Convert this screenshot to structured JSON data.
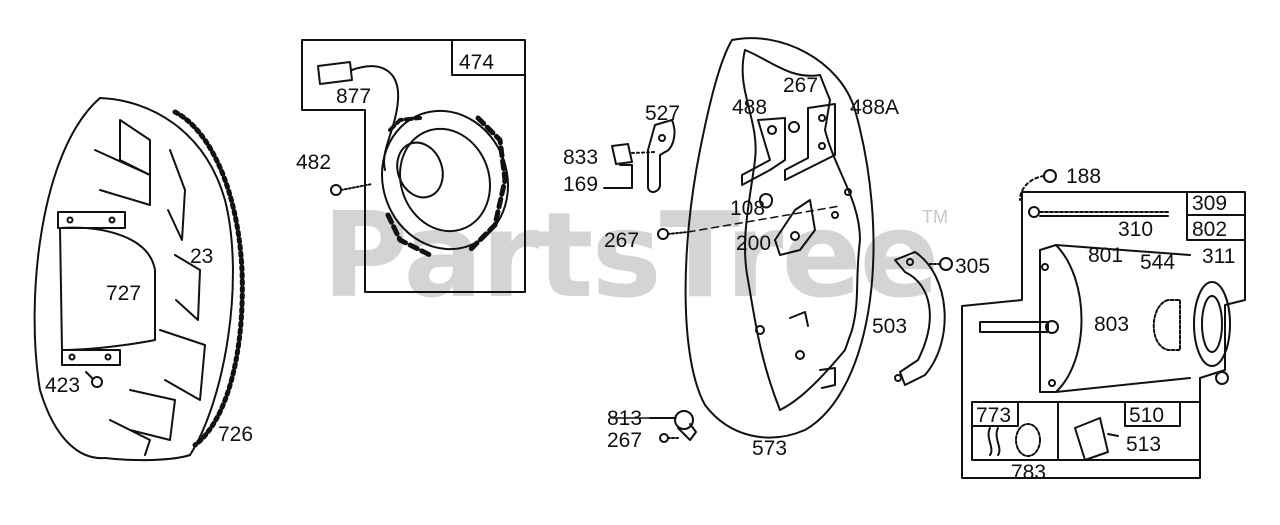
{
  "watermark": {
    "text": "PartsTree",
    "trademark": "TM"
  },
  "labels": {
    "p474": "474",
    "p877": "877",
    "p482": "482",
    "p727": "727",
    "p23": "23",
    "p423": "423",
    "p726": "726",
    "p527": "527",
    "p833": "833",
    "p169": "169",
    "p267a": "267",
    "p267b": "267",
    "p488": "488",
    "p488A": "488A",
    "p108": "108",
    "p200": "200",
    "p813": "813",
    "p267c": "267",
    "p573": "573",
    "p503": "503",
    "p305": "305",
    "p188": "188",
    "p309": "309",
    "p310": "310",
    "p802": "802",
    "p801": "801",
    "p544": "544",
    "p311": "311",
    "p803": "803",
    "p773": "773",
    "p510": "510",
    "p513": "513",
    "p783": "783"
  }
}
